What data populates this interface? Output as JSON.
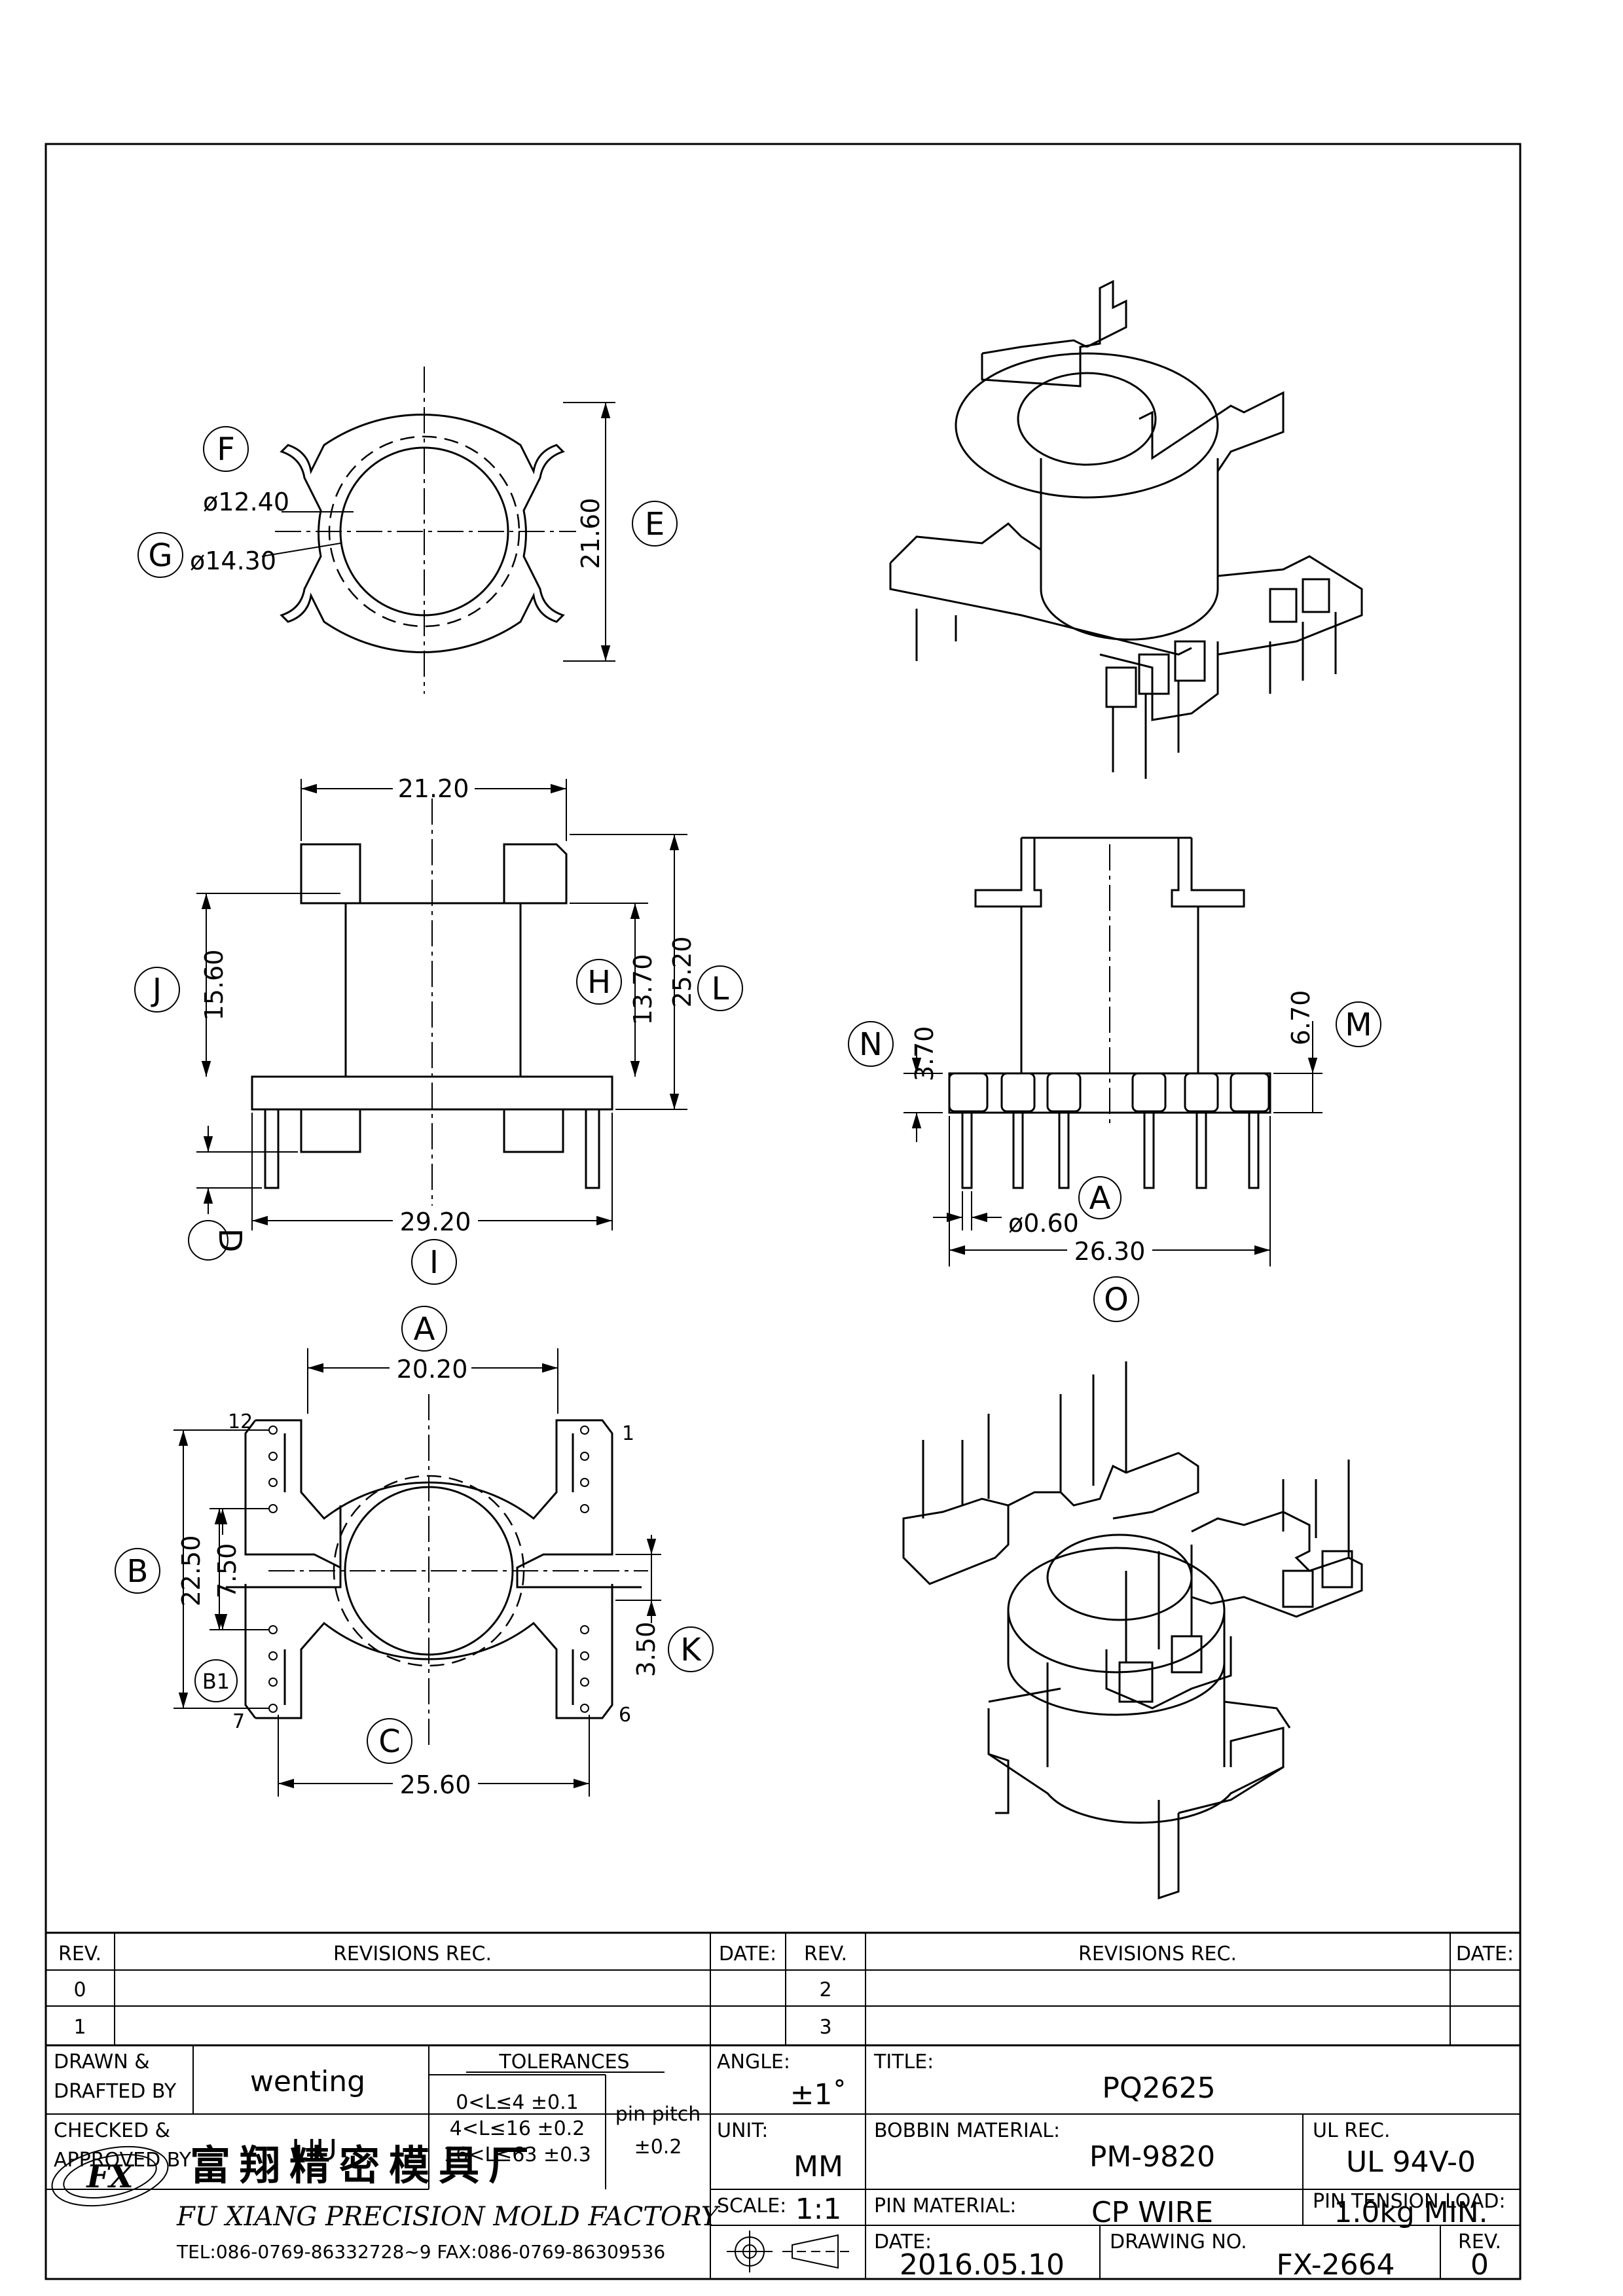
{
  "views": {
    "top": {
      "labels": {
        "f": "F",
        "g": "G",
        "e": "E"
      },
      "dims": {
        "inner_dia": "ø12.40",
        "outer_dia": "ø14.30",
        "height": "21.60"
      }
    },
    "front": {
      "labels": {
        "j": "J",
        "h": "H",
        "l": "L",
        "d": "D",
        "i": "I"
      },
      "dims": {
        "width_top": "21.20",
        "j": "15.60",
        "h": "13.70",
        "l": "25.20",
        "width_bottom": "29.20"
      }
    },
    "side": {
      "labels": {
        "n": "N",
        "m": "M",
        "a": "A",
        "o": "O"
      },
      "dims": {
        "n": "3.70",
        "m": "6.70",
        "pin_dia": "ø0.60",
        "width": "26.30"
      }
    },
    "bottom": {
      "labels": {
        "a": "A",
        "b": "B",
        "b1": "B1",
        "k": "K",
        "c": "C"
      },
      "dims": {
        "a": "20.20",
        "b": "22.50",
        "b1": "7.50",
        "k": "3.50",
        "c": "25.60"
      },
      "pin_numbers": {
        "p12": "12",
        "p1": "1",
        "p7": "7",
        "p6": "6"
      }
    }
  },
  "title_block": {
    "revisions_left": {
      "header": {
        "rev": "REV.",
        "records": "REVISIONS  REC.",
        "date": "DATE:"
      },
      "rows": [
        "0",
        "1"
      ]
    },
    "revisions_right": {
      "header": {
        "rev": "REV.",
        "records": "REVISIONS  REC.",
        "date": "DATE:"
      },
      "rows": [
        "2",
        "3"
      ]
    },
    "drawn_label_1": "DRAWN &",
    "drawn_label_2": "DRAFTED BY",
    "drawn_by": "wenting",
    "checked_label_1": "CHECKED &",
    "checked_label_2": "APPROVED BY",
    "approved_by": "LIU",
    "tolerances": {
      "header": "TOLERANCES",
      "rows": [
        "0<L≤4   ±0.1",
        "4<L≤16  ±0.2",
        "16<L≤63  ±0.3"
      ],
      "pin_pitch_label": "pin pitch",
      "pin_pitch_value": "±0.2"
    },
    "angle_label": "ANGLE:",
    "angle_value": "±1˚",
    "unit_label": "UNIT:",
    "unit_value": "MM",
    "scale_label": "SCALE:",
    "scale_value": "1:1",
    "title_label": "TITLE:",
    "title_value": "PQ2625",
    "bobbin_material_label": "BOBBIN MATERIAL:",
    "bobbin_material_value": "PM-9820",
    "ul_rec_label": "UL REC.",
    "ul_rec_value": "UL 94V-0",
    "pin_material_label": "PIN MATERIAL:",
    "pin_material_value": "CP WIRE",
    "pin_tension_label": "PIN TENSION LOAD:",
    "pin_tension_value": "1.0kg  MIN.",
    "date_label": "DATE:",
    "date_value": "2016.05.10",
    "drawing_no_label": "DRAWING NO.",
    "drawing_no_value": "FX-2664",
    "rev_label": "REV.",
    "rev_value": "0",
    "company": {
      "logo_text": "FX",
      "name_cn": "富翔精密模具厂",
      "name_en": "FU XIANG PRECISION MOLD FACTORY",
      "contact": "TEL:086-0769-86332728~9  FAX:086-0769-86309536"
    }
  }
}
